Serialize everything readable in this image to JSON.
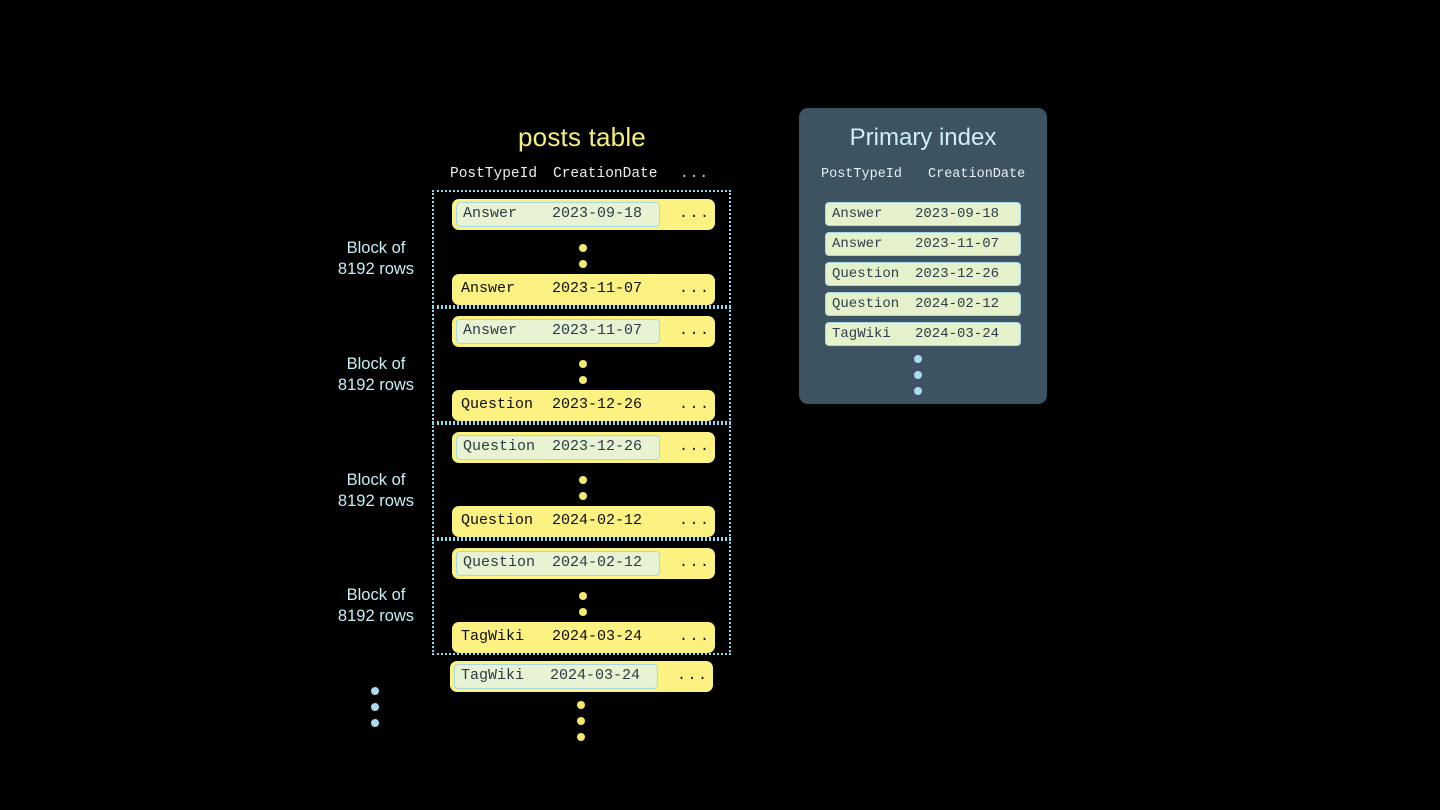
{
  "canvas": {
    "background": "#000000"
  },
  "palette": {
    "row_yellow": "#fbf281",
    "title_yellow": "#f2f07a",
    "block_border_blue": "#8fd6e8",
    "label_blue": "#c6eef7",
    "panel_slate": "#3d5362",
    "index_row_green": "#e4f1cb",
    "index_border_blue": "#a9d9e7",
    "dot_yellow": "#f5e96a",
    "dot_blue": "#a8dcf0"
  },
  "posts_table": {
    "title": "posts table",
    "columns": [
      "PostTypeId",
      "CreationDate",
      "..."
    ],
    "ellipsis_cell": "...",
    "blocks": [
      {
        "label_line1": "Block of",
        "label_line2": "8192 rows",
        "first_row": {
          "post_type_id": "Answer",
          "creation_date": "2023-09-18",
          "more": "...",
          "highlighted": true
        },
        "last_row": {
          "post_type_id": "Answer",
          "creation_date": "2023-11-07",
          "more": "...",
          "highlighted": false
        }
      },
      {
        "label_line1": "Block of",
        "label_line2": "8192 rows",
        "first_row": {
          "post_type_id": "Answer",
          "creation_date": "2023-11-07",
          "more": "...",
          "highlighted": true
        },
        "last_row": {
          "post_type_id": "Question",
          "creation_date": "2023-12-26",
          "more": "...",
          "highlighted": false
        }
      },
      {
        "label_line1": "Block of",
        "label_line2": "8192 rows",
        "first_row": {
          "post_type_id": "Question",
          "creation_date": "2023-12-26",
          "more": "...",
          "highlighted": true
        },
        "last_row": {
          "post_type_id": "Question",
          "creation_date": "2024-02-12",
          "more": "...",
          "highlighted": false
        }
      },
      {
        "label_line1": "Block of",
        "label_line2": "8192 rows",
        "first_row": {
          "post_type_id": "Question",
          "creation_date": "2024-02-12",
          "more": "...",
          "highlighted": true
        },
        "last_row": {
          "post_type_id": "TagWiki",
          "creation_date": "2024-03-24",
          "more": "...",
          "highlighted": false
        }
      }
    ],
    "trailing_row": {
      "post_type_id": "TagWiki",
      "creation_date": "2024-03-24",
      "more": "...",
      "highlighted": true
    }
  },
  "primary_index": {
    "title": "Primary index",
    "columns": [
      "PostTypeId",
      "CreationDate"
    ],
    "rows": [
      {
        "post_type_id": "Answer",
        "creation_date": "2023-09-18"
      },
      {
        "post_type_id": "Answer",
        "creation_date": "2023-11-07"
      },
      {
        "post_type_id": "Question",
        "creation_date": "2023-12-26"
      },
      {
        "post_type_id": "Question",
        "creation_date": "2024-02-12"
      },
      {
        "post_type_id": "TagWiki",
        "creation_date": "2024-03-24"
      }
    ]
  }
}
